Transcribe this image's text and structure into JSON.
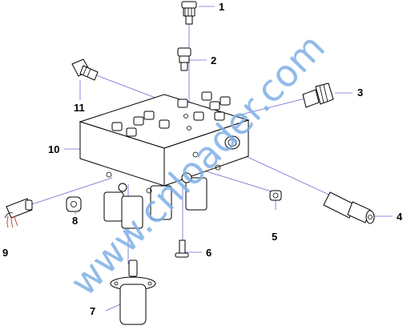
{
  "diagram": {
    "callouts": [
      {
        "id": "callout-1",
        "text": "1"
      },
      {
        "id": "callout-2",
        "text": "2"
      },
      {
        "id": "callout-3",
        "text": "3"
      },
      {
        "id": "callout-4",
        "text": "4"
      },
      {
        "id": "callout-5",
        "text": "5"
      },
      {
        "id": "callout-6",
        "text": "6"
      },
      {
        "id": "callout-7",
        "text": "7"
      },
      {
        "id": "callout-8",
        "text": "8"
      },
      {
        "id": "callout-9",
        "text": "9"
      },
      {
        "id": "callout-10",
        "text": "10"
      },
      {
        "id": "callout-11",
        "text": "11"
      }
    ],
    "watermark": "www.cnloader.com",
    "colors": {
      "leader_line": "#6b6bd6",
      "watermark": "#7fb0e6",
      "wire": "#c0392b",
      "outline": "#000000"
    }
  }
}
